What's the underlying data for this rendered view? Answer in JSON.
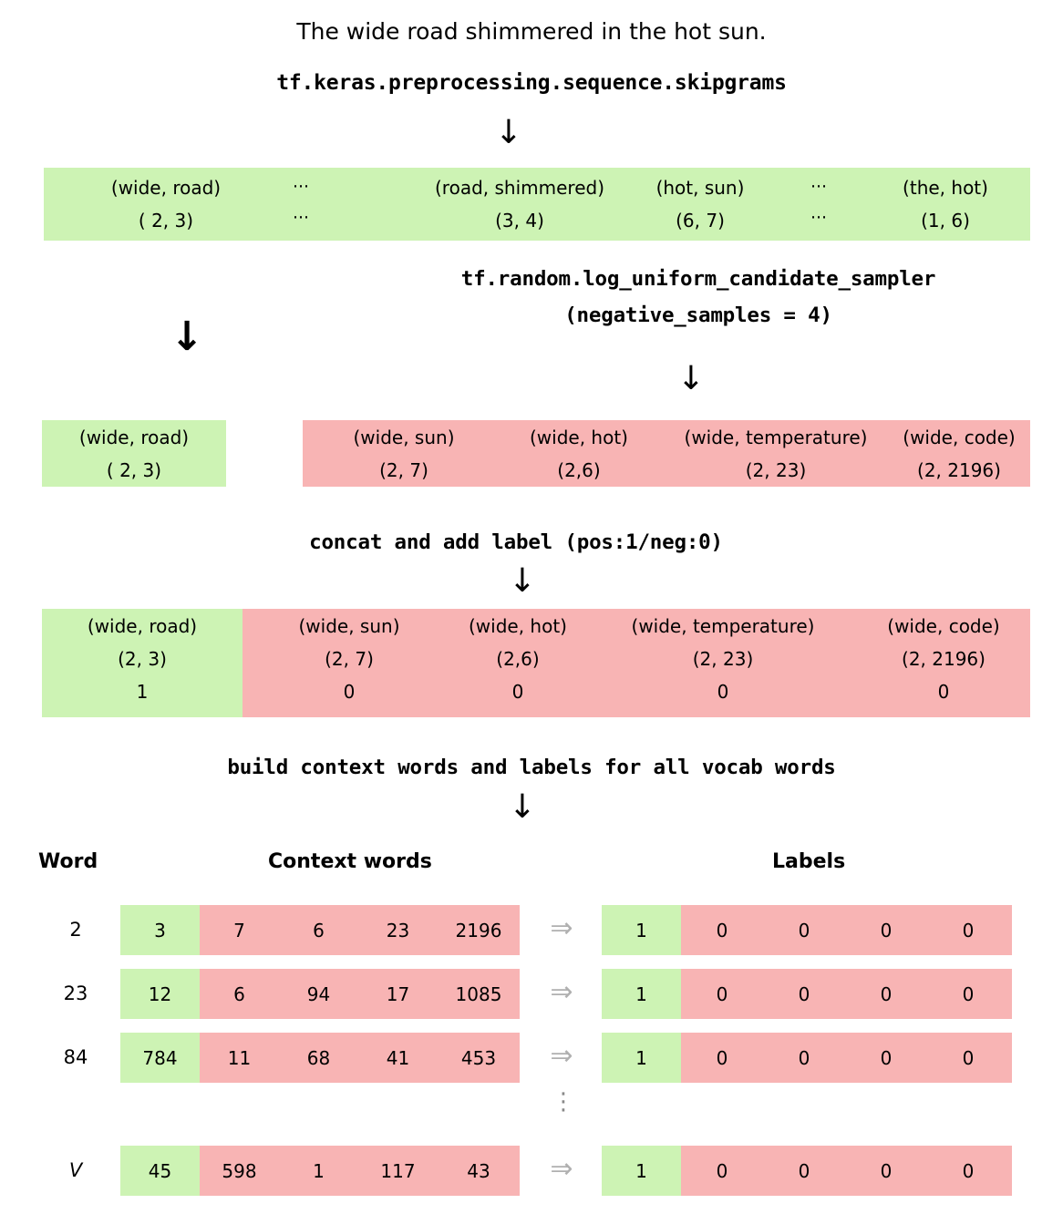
{
  "title_sentence": "The wide road shimmered in the hot sun.",
  "steps": {
    "skipgrams_api": "tf.keras.preprocessing.sequence.skipgrams",
    "sampler_api_line1": "tf.random.log_uniform_candidate_sampler",
    "sampler_api_line2": "(negative_samples = 4)",
    "concat_label": "concat and add label (pos:1/neg:0)",
    "build_label": "build context words and labels for all vocab words"
  },
  "icons": {
    "arrow_down": "↓",
    "arrow_down_bold": "↓",
    "arrow_double_right": "⇒",
    "vertical_ellipsis": "⋮",
    "ellipsis": "···"
  },
  "colors": {
    "positive_green": "#cdf3b4",
    "negative_red": "#f8b4b4",
    "arrow_gray": "#b0b0b0"
  },
  "skipgram_row": {
    "cells": [
      {
        "pair": "(wide, road)",
        "idx": "( 2, 3)"
      },
      {
        "pair": "···",
        "idx": "···"
      },
      {
        "pair": "(road, shimmered)",
        "idx": "(3, 4)"
      },
      {
        "pair": "(hot, sun)",
        "idx": "(6, 7)"
      },
      {
        "pair": "···",
        "idx": "···"
      },
      {
        "pair": "(the, hot)",
        "idx": "(1, 6)"
      }
    ]
  },
  "positive_sample": {
    "pair": "(wide, road)",
    "idx": "( 2, 3)"
  },
  "negative_samples": {
    "cells": [
      {
        "pair": "(wide, sun)",
        "idx": "(2, 7)"
      },
      {
        "pair": "(wide, hot)",
        "idx": "(2,6)"
      },
      {
        "pair": "(wide, temperature)",
        "idx": "(2, 23)"
      },
      {
        "pair": "(wide, code)",
        "idx": "(2, 2196)"
      }
    ]
  },
  "concat_row": {
    "positive": {
      "pair": "(wide, road)",
      "idx": "(2, 3)",
      "label": "1"
    },
    "negatives": [
      {
        "pair": "(wide, sun)",
        "idx": "(2, 7)",
        "label": "0"
      },
      {
        "pair": "(wide, hot)",
        "idx": "(2,6)",
        "label": "0"
      },
      {
        "pair": "(wide, temperature)",
        "idx": "(2, 23)",
        "label": "0"
      },
      {
        "pair": "(wide, code)",
        "idx": "(2, 2196)",
        "label": "0"
      }
    ]
  },
  "table": {
    "headers": {
      "word": "Word",
      "context": "Context words",
      "labels": "Labels"
    },
    "rows": [
      {
        "word": "2",
        "context_positive": "3",
        "context_negatives": [
          "7",
          "6",
          "23",
          "2196"
        ],
        "label_positive": "1",
        "label_negatives": [
          "0",
          "0",
          "0",
          "0"
        ]
      },
      {
        "word": "23",
        "context_positive": "12",
        "context_negatives": [
          "6",
          "94",
          "17",
          "1085"
        ],
        "label_positive": "1",
        "label_negatives": [
          "0",
          "0",
          "0",
          "0"
        ]
      },
      {
        "word": "84",
        "context_positive": "784",
        "context_negatives": [
          "11",
          "68",
          "41",
          "453"
        ],
        "label_positive": "1",
        "label_negatives": [
          "0",
          "0",
          "0",
          "0"
        ]
      },
      {
        "word": "V",
        "word_italic": true,
        "context_positive": "45",
        "context_negatives": [
          "598",
          "1",
          "117",
          "43"
        ],
        "label_positive": "1",
        "label_negatives": [
          "0",
          "0",
          "0",
          "0"
        ]
      }
    ]
  }
}
